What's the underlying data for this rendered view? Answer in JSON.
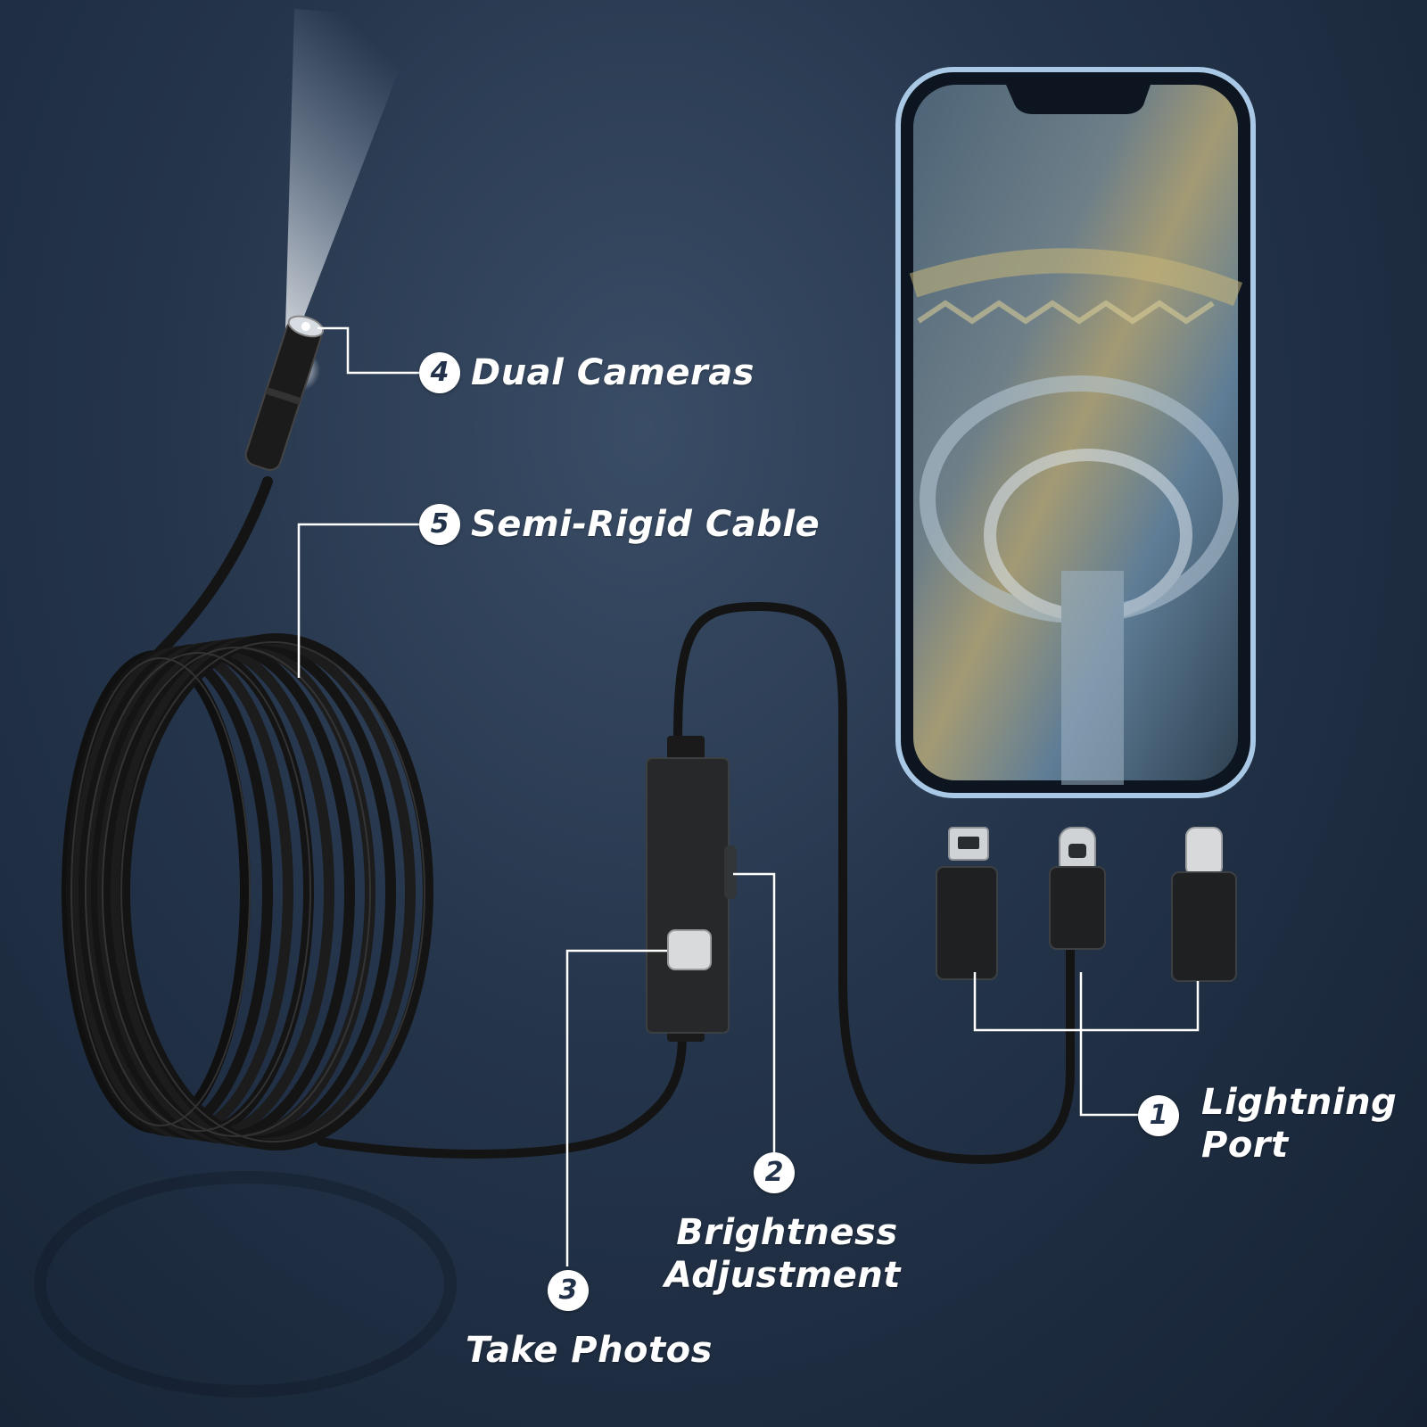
{
  "colors": {
    "background": "#24344a",
    "cable": "#141414",
    "label": "#ffffff",
    "badge_text": "#22324a",
    "phone_frame": "#a9c8e6"
  },
  "callouts": [
    {
      "number": "1",
      "label_lines": [
        "Lightning",
        "Port"
      ]
    },
    {
      "number": "2",
      "label_lines": [
        "Brightness",
        "Adjustment"
      ]
    },
    {
      "number": "3",
      "label_lines": [
        "Take Photos"
      ]
    },
    {
      "number": "4",
      "label_lines": [
        "Dual Cameras"
      ]
    },
    {
      "number": "5",
      "label_lines": [
        "Semi-Rigid Cable"
      ]
    }
  ],
  "icons": {
    "connectors": [
      "micro-usb-connector-icon",
      "usb-c-connector-icon",
      "lightning-connector-icon"
    ],
    "camera": "dual-camera-head-icon",
    "phone": "smartphone-icon"
  }
}
